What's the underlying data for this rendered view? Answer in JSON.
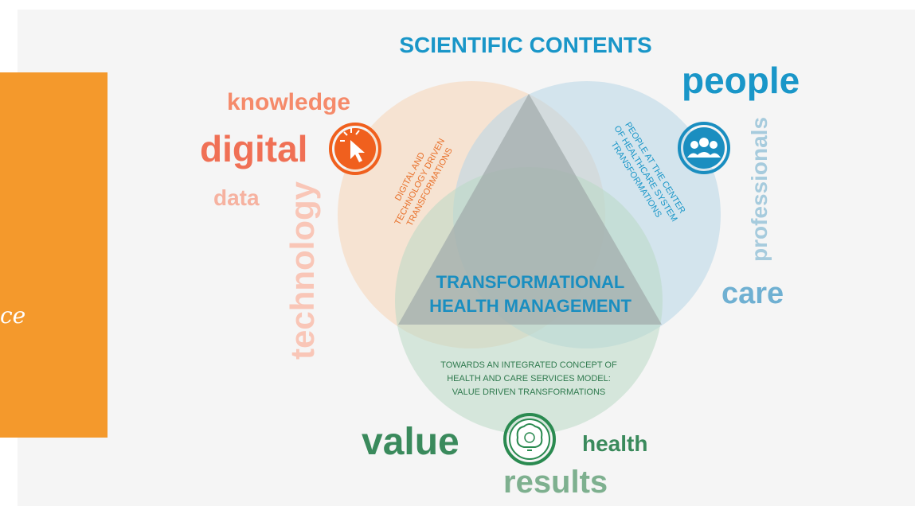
{
  "page": {
    "side_text": "ce"
  },
  "diagram": {
    "title": "SCIENTIFIC CONTENTS",
    "center_title_line1": "TRANSFORMATIONAL",
    "center_title_line2": "HEALTH MANAGEMENT",
    "left_circle_label": [
      "DIGITAL AND",
      "TECHNOLOGY DRIVEN",
      "TRANSFORMATIONS"
    ],
    "right_circle_label": [
      "PEOPLE AT THE CENTER",
      "OF HEALTHCARE SYSTEM",
      "TRANSFORMATIONS"
    ],
    "bottom_circle_label": [
      "TOWARDS AN INTEGRATED CONCEPT OF",
      "HEALTH AND CARE SERVICES MODEL:",
      "VALUE DRIVEN TRANSFORMATIONS"
    ],
    "left_words": {
      "knowledge": "knowledge",
      "digital": "digital",
      "data": "data",
      "technology": "technology"
    },
    "right_words": {
      "people": "people",
      "professionals": "professionals",
      "care": "care"
    },
    "bottom_words": {
      "value": "value",
      "health": "health",
      "results": "results"
    },
    "icons": {
      "left": "cursor-click-icon",
      "right": "people-group-icon",
      "bottom": "brain-bulb-icon"
    },
    "colors": {
      "left": "#f07055",
      "left_light": "#f6b2a0",
      "right": "#1996c8",
      "right_light": "#8dc3dc",
      "bottom": "#3a8a5c",
      "bottom_light": "#7eb08f",
      "triangle": "#9fa9a9",
      "orange": "#f4992c"
    }
  }
}
